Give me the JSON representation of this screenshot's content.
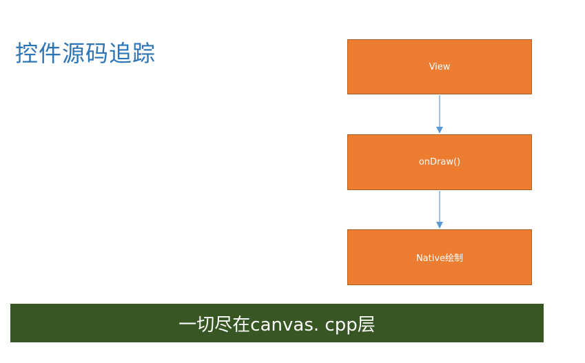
{
  "slide": {
    "title": "控件源码追踪",
    "flow": [
      {
        "label": "View"
      },
      {
        "label": "onDraw()"
      },
      {
        "label": "Native绘制"
      }
    ],
    "banner": "一切尽在canvas. cpp层"
  },
  "colors": {
    "title": "#2e75b6",
    "box_fill": "#ed7d31",
    "box_border": "#ae5a21",
    "arrow": "#5b9bd5",
    "banner_fill": "#375623",
    "banner_text": "#ffffff"
  }
}
